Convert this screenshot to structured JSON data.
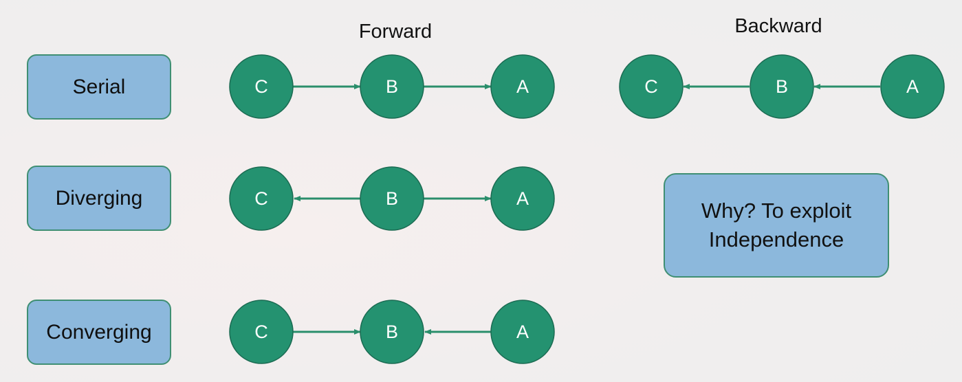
{
  "headings": {
    "forward": "Forward",
    "backward": "Backward"
  },
  "rows": [
    {
      "label": "Serial"
    },
    {
      "label": "Diverging"
    },
    {
      "label": "Converging"
    }
  ],
  "why": {
    "line1": "Why? To exploit",
    "line2": "Independence"
  },
  "node_labels": {
    "c": "C",
    "b": "B",
    "a": "A"
  },
  "colors": {
    "node_fill": "#249270",
    "edge": "#2a8e6b",
    "box_fill": "#8cb8dc",
    "box_border": "#3f8f73"
  }
}
